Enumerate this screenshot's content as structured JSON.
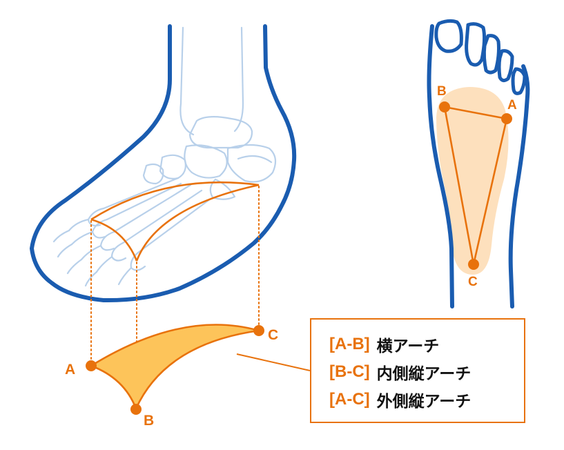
{
  "points": {
    "a": "A",
    "b": "B",
    "c": "C"
  },
  "legend": [
    {
      "key": "[A-B]",
      "text": "横アーチ"
    },
    {
      "key": "[B-C]",
      "text": "内側縦アーチ"
    },
    {
      "key": "[A-C]",
      "text": "外側縦アーチ"
    }
  ],
  "colors": {
    "outline": "#1a5cb0",
    "bone": "#b8d0ea",
    "accent": "#e8720c",
    "fill": "#fdc45a",
    "sole_region": "#fde0bd"
  }
}
